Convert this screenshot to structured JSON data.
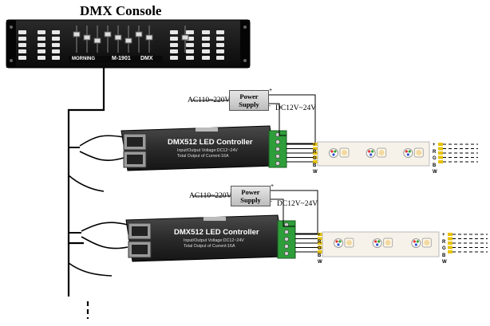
{
  "title": "DMX Console",
  "console": {
    "brand": "MORNING",
    "model": "M-1901",
    "protocol": "DMX"
  },
  "systems": [
    {
      "ac_input": "AC110~220V",
      "psu_line1": "Power",
      "psu_line2": "Supply",
      "dc_output": "DC12V~24V",
      "plus": "+",
      "minus": "-",
      "controller_title": "DMX512 LED Controller",
      "controller_spec1": "Input/Output Voltage:DC12~24V",
      "controller_spec2": "Total Output of Current:16A",
      "channels": [
        "+",
        "R",
        "G",
        "B",
        "W"
      ]
    },
    {
      "ac_input": "AC110~220V",
      "psu_line1": "Power",
      "psu_line2": "Supply",
      "dc_output": "DC12V~24V",
      "plus": "+",
      "minus": "-",
      "controller_title": "DMX512 LED Controller",
      "controller_spec1": "Input/Output Voltage:DC12~24V",
      "controller_spec2": "Total Output of Current:16A",
      "channels": [
        "+",
        "R",
        "G",
        "B",
        "W"
      ]
    }
  ],
  "colors": {
    "console_body": "#151515",
    "controller_body": "#2b2b2b",
    "terminal": "#2e9e3a",
    "wire_yellow": "#e8c200",
    "strip": "#f6f2ea",
    "line": "#000000"
  }
}
